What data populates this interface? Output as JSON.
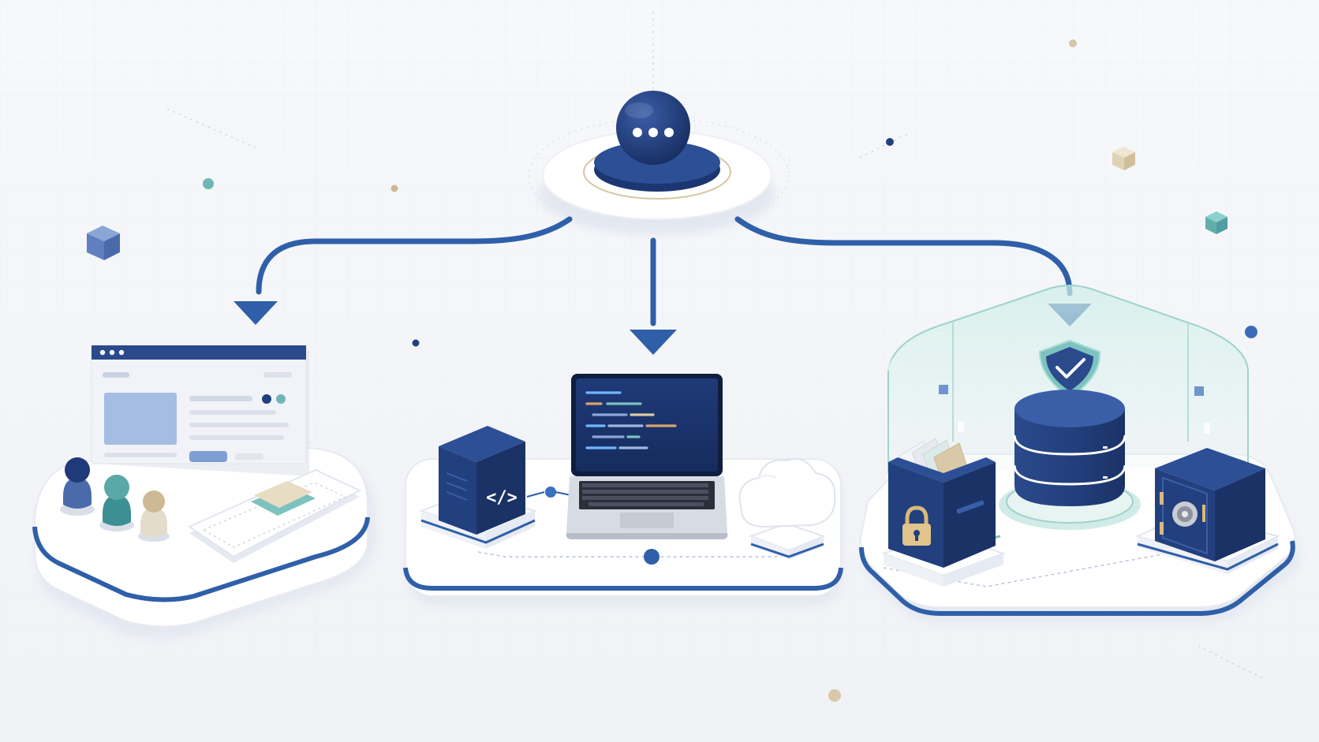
{
  "palette": {
    "navy": "#23407e",
    "navy_dark": "#1a3266",
    "navy_light": "#3b5ea8",
    "accent_blue": "#2f5fa8",
    "teal": "#4f9ea3",
    "teal_light": "#7cc3c0",
    "beige": "#d9c9a8",
    "platform": "#ffffff",
    "background": "#f5f6f9",
    "glass": "#bfe3de"
  },
  "hub": {
    "label": "hub-orb",
    "glyph": "•••"
  },
  "flows": [
    {
      "from": "hub",
      "to": "user-app-platform"
    },
    {
      "from": "hub",
      "to": "dev-platform"
    },
    {
      "from": "hub",
      "to": "secure-storage-platform"
    }
  ],
  "platforms": [
    {
      "id": "user-app-platform",
      "items": [
        "browser-window-icon",
        "users-icon",
        "card-icon"
      ]
    },
    {
      "id": "dev-platform",
      "items": [
        "code-cube-icon",
        "laptop-icon",
        "cloud-icon"
      ]
    },
    {
      "id": "secure-storage-platform",
      "items": [
        "file-box-lock-icon",
        "database-icon",
        "shield-check-icon",
        "safe-icon"
      ]
    }
  ],
  "icons": {
    "code": "</>",
    "browser_dots": "•••"
  }
}
